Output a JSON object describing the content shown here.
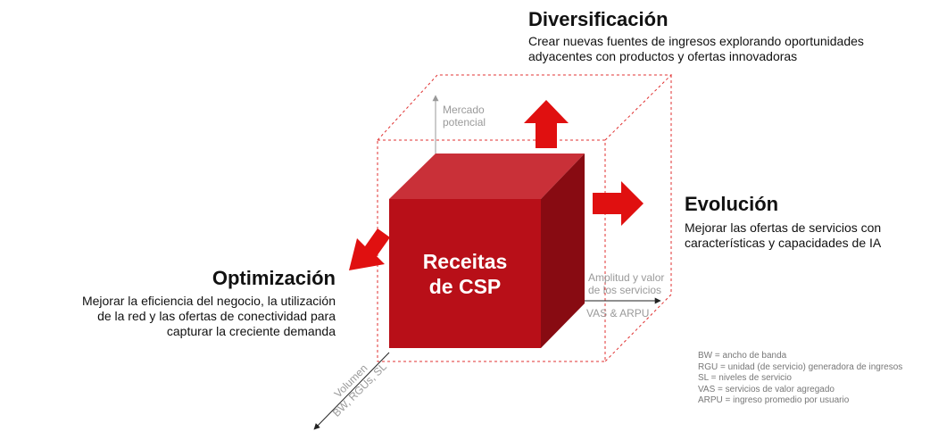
{
  "diversification": {
    "title": "Diversificación",
    "line1": "Crear nuevas fuentes de ingresos explorando oportunidades",
    "line2": "adyacentes con productos y ofertas innovadoras"
  },
  "evolution": {
    "title": "Evolución",
    "line1": "Mejorar las ofertas de servicios con",
    "line2": "características y capacidades de IA"
  },
  "optimization": {
    "title": "Optimización",
    "line1": "Mejorar la eficiencia del negocio, la utilización",
    "line2": "de la red y las ofertas de conectividad para",
    "line3": "capturar la creciente demanda"
  },
  "cube": {
    "line1": "Receitas",
    "line2": "de CSP"
  },
  "axes": {
    "vertical": {
      "line1": "Mercado",
      "line2": "potencial"
    },
    "horizontal": {
      "line1": "Amplitud y valor",
      "line2": "de los servicios",
      "sub": "VAS & ARPU"
    },
    "diagonal": {
      "line1": "Volumen",
      "line2": "BW, RGUs, SL"
    }
  },
  "legend": [
    "BW = ancho de banda",
    "RGU = unidad (de servicio) generadora de ingresos",
    "SL = niveles de servicio",
    "VAS = servicios de valor agregado",
    "ARPU = ingreso promedio por usuario"
  ],
  "colors": {
    "cube_front": "#b80f18",
    "cube_top": "#c93038",
    "cube_side": "#880b12",
    "arrow": "#e01010",
    "dashed_outline": "#e03030",
    "axis": "#999999"
  }
}
